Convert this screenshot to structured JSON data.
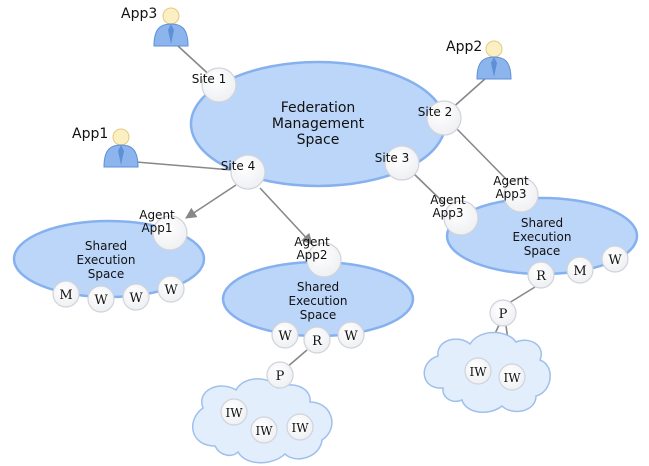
{
  "federation": {
    "lines": [
      "Federation",
      "Management",
      "Space"
    ]
  },
  "sites": {
    "s1": "Site 1",
    "s2": "Site 2",
    "s3": "Site 3",
    "s4": "Site 4"
  },
  "apps": {
    "app1": "App1",
    "app2": "App2",
    "app3": "App3"
  },
  "agents": {
    "a1": [
      "Agent",
      "App1"
    ],
    "a2": [
      "Agent",
      "App2"
    ],
    "a3a": [
      "Agent",
      "App3"
    ],
    "a3b": [
      "Agent",
      "App3"
    ]
  },
  "shared_space": [
    "Shared",
    "Execution",
    "Space"
  ],
  "node_labels": {
    "m": "M",
    "w": "W",
    "r": "R",
    "p": "P",
    "iw": "IW"
  },
  "colors": {
    "space_fill": "#bcd6fa",
    "space_stroke": "#86b1ee",
    "node_fill": "#f7f7f8",
    "node_stroke": "#d0d3da",
    "cloud_fill": "#e3eefc",
    "cloud_stroke": "#9fc0ec",
    "line": "#888888"
  }
}
